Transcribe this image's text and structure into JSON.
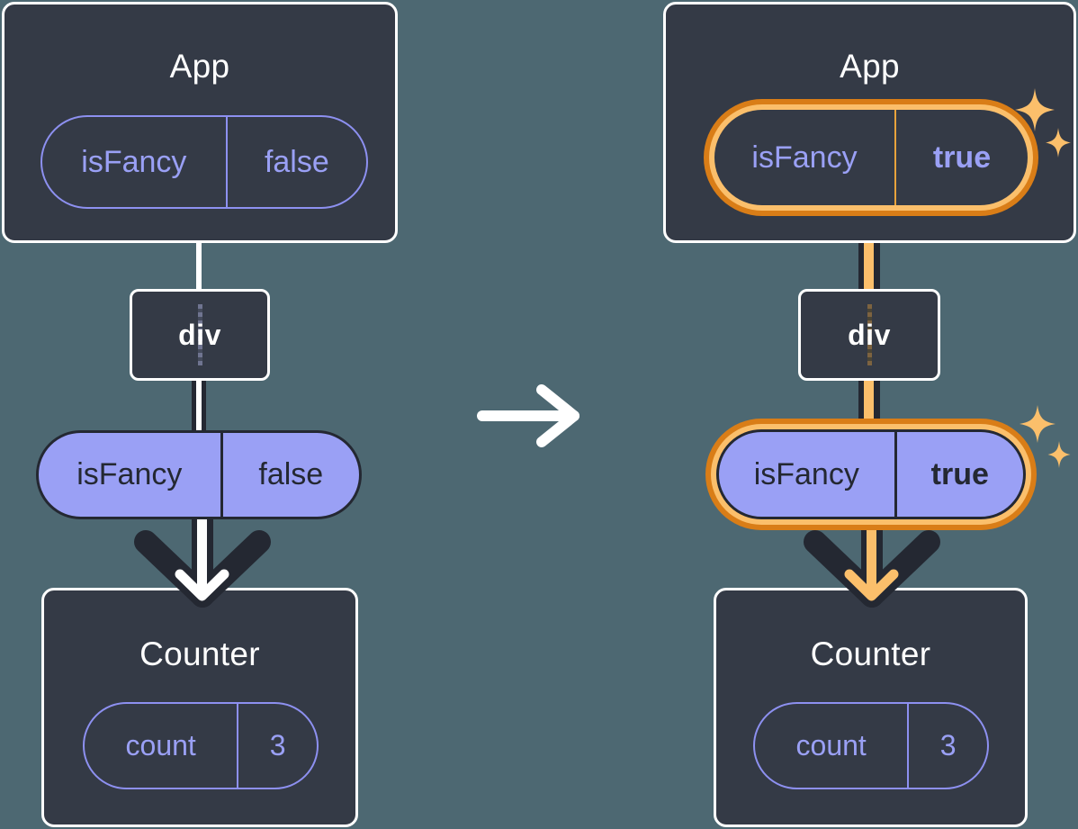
{
  "diagram": {
    "title": "React re-render propagation diagram",
    "background_color": "#4d6872",
    "transition_icon": "arrow-right-icon",
    "panels": [
      {
        "id": "before",
        "app": {
          "label": "App",
          "state": {
            "name": "isFancy",
            "value": "false",
            "highlighted": false,
            "style": "outline"
          }
        },
        "div": {
          "label": "div"
        },
        "prop": {
          "name": "isFancy",
          "value": "false",
          "highlighted": false,
          "style": "filled"
        },
        "counter": {
          "label": "Counter",
          "state": {
            "name": "count",
            "value": "3",
            "highlighted": false,
            "style": "outline"
          }
        },
        "arrow_color": "#ffffff",
        "sparkles": false
      },
      {
        "id": "after",
        "app": {
          "label": "App",
          "state": {
            "name": "isFancy",
            "value": "true",
            "highlighted": true,
            "style": "outline"
          }
        },
        "div": {
          "label": "div"
        },
        "prop": {
          "name": "isFancy",
          "value": "true",
          "highlighted": true,
          "style": "filled"
        },
        "counter": {
          "label": "Counter",
          "state": {
            "name": "count",
            "value": "3",
            "highlighted": false,
            "style": "outline"
          }
        },
        "arrow_color": "#fbbf6b",
        "sparkles": true
      }
    ],
    "colors": {
      "box_fill": "#343a46",
      "box_border": "#ffffff",
      "pill_outline": "#8d90f0",
      "pill_text": "#9aa0f5",
      "pill_fill": "#9aa0f5",
      "pill_fill_border": "#242832",
      "highlight_inner": "#fbbf6b",
      "highlight_outer": "#d97d17",
      "connector_dark": "#242832",
      "connector_light": "#ffffff",
      "sparkle": "#fbbf6b"
    }
  }
}
